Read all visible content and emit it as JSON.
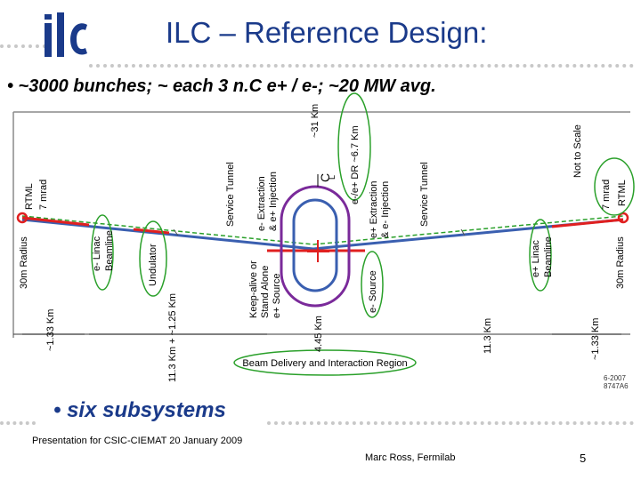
{
  "slide": {
    "title": "ILC – Reference Design:",
    "bullet1": "• ~3000 bunches; ~ each 3 n.C e+ / e-; ~20 MW avg.",
    "bullet2": "• six subsystems",
    "footer_left": "Presentation for CSIC-CIEMAT 20 January 2009",
    "footer_mid": "Marc Ross, Fermilab",
    "page_number": "5",
    "logo_text": "ilc"
  },
  "diagram": {
    "labels": {
      "rtml_left": "RTML",
      "mrad_left": "7 mrad",
      "radius_left": "30m Radius",
      "e_minus_linac": "e- Linac",
      "beamline_left": "Beamline",
      "undulator": "Undulator",
      "service_tunnel_left": "Service Tunnel",
      "e_minus_extraction": "e- Extraction",
      "e_plus_injection": "& e+ Injection",
      "center_mark": "C",
      "center_sub": "L",
      "km31": "~31 Km",
      "dr": "e-/e+ DR ~6.7 Km",
      "e_plus_extraction": "e+ Extraction",
      "e_minus_injection": "& e- Injection",
      "service_tunnel_right": "Service Tunnel",
      "not_to_scale": "Not to Scale",
      "mrad_right": "7 mrad",
      "rtml_right": "RTML",
      "e_plus_linac": "e+ Linac",
      "beamline_right": "Beamline",
      "radius_right": "30m Radius",
      "keep_alive_1": "Keep-alive or",
      "keep_alive_2": "Stand Alone",
      "keep_alive_3": "e+ Source",
      "e_minus_source": "e- Source",
      "km133_left": "~1.33 Km",
      "km113_left": "11.3 Km + ~1.25 Km",
      "km445": "4.45 Km",
      "km113_right": "11.3 Km",
      "km133_right": "~1.33 Km",
      "bdir": "Beam Delivery and Interaction Region",
      "doc_date": "6-2007",
      "doc_id": "8747A6"
    }
  }
}
